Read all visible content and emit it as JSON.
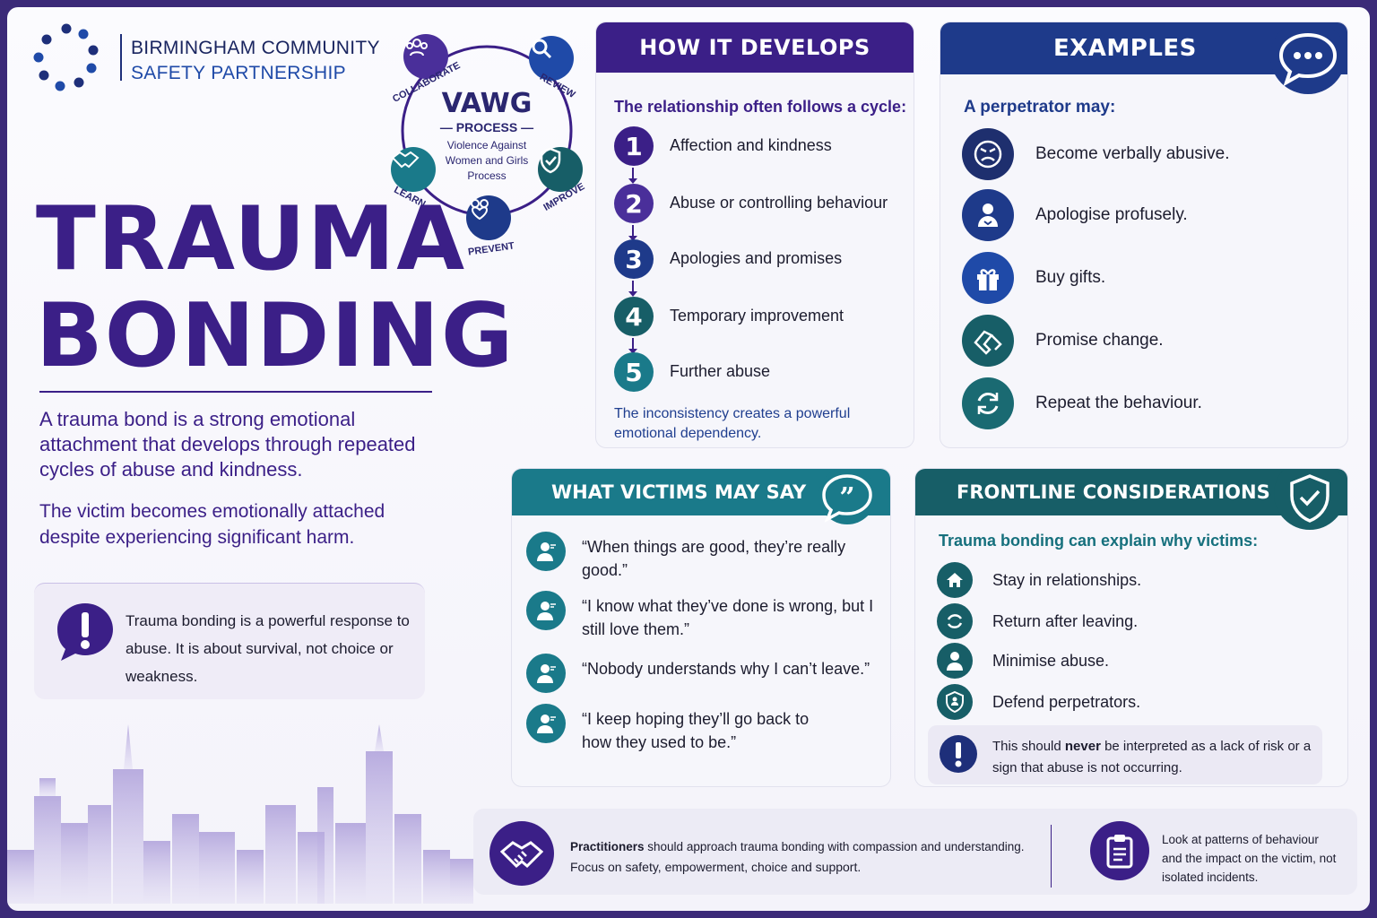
{
  "logo": {
    "line1": "BIRMINGHAM COMMUNITY",
    "line2": "SAFETY PARTNERSHIP",
    "icon": "dot-ring-logo"
  },
  "vawg": {
    "title": "VAWG",
    "subtitle": "PROCESS",
    "description": "Violence Against Women and Girls Process",
    "stages": [
      {
        "label": "COLLABORATE",
        "icon": "people-group-icon"
      },
      {
        "label": "REVIEW",
        "icon": "magnifier-icon"
      },
      {
        "label": "IMPROVE",
        "icon": "shield-check-icon"
      },
      {
        "label": "PREVENT",
        "icon": "people-heart-icon"
      },
      {
        "label": "LEARN",
        "icon": "handshake-icon"
      }
    ]
  },
  "title": {
    "line1": "TRAUMA",
    "line2": "BONDING"
  },
  "intro": {
    "p1": "A trauma bond is a strong emotional attachment that develops through repeated cycles of abuse and kindness.",
    "p2": "The victim becomes emotionally attached despite experiencing significant harm."
  },
  "note": {
    "text": "Trauma bonding is a powerful response to abuse. It is about survival, not choice or weakness."
  },
  "how": {
    "heading": "HOW IT DEVELOPS",
    "intro": "The relationship often follows a cycle:",
    "steps": [
      {
        "num": "1",
        "label": "Affection and kindness",
        "color": "#3b1f87"
      },
      {
        "num": "2",
        "label": "Abuse or controlling behaviour",
        "color": "#4a2f9a"
      },
      {
        "num": "3",
        "label": "Apologies and promises",
        "color": "#1e3a8a"
      },
      {
        "num": "4",
        "label": "Temporary improvement",
        "color": "#175e67"
      },
      {
        "num": "5",
        "label": "Further abuse",
        "color": "#1a7a8a"
      }
    ],
    "footer": "The inconsistency creates a powerful emotional dependency."
  },
  "examples": {
    "heading": "EXAMPLES",
    "intro": "A perpetrator may:",
    "items": [
      {
        "label": "Become verbally abusive.",
        "icon": "angry-face-icon",
        "color": "#1e2f6e"
      },
      {
        "label": "Apologise profusely.",
        "icon": "person-apologise-icon",
        "color": "#1e3a8a"
      },
      {
        "label": "Buy gifts.",
        "icon": "gift-icon",
        "color": "#1f4aa8"
      },
      {
        "label": "Promise change.",
        "icon": "handshake-promise-icon",
        "color": "#175e67"
      },
      {
        "label": "Repeat the behaviour.",
        "icon": "cycle-arrows-icon",
        "color": "#1a6a72"
      }
    ]
  },
  "say": {
    "heading": "WHAT VICTIMS MAY SAY",
    "quotes": [
      "“When things are good, they’re really good.”",
      "“I know what they’ve done is wrong, but I still love them.”",
      "“Nobody understands why I can’t leave.”",
      "“I keep hoping they’ll go back to how they used to be.”"
    ]
  },
  "frontline": {
    "heading": "FRONTLINE CONSIDERATIONS",
    "intro": "Trauma bonding can explain why victims:",
    "items": [
      {
        "label": "Stay in relationships.",
        "icon": "house-icon"
      },
      {
        "label": "Return after leaving.",
        "icon": "return-arrows-icon"
      },
      {
        "label": "Minimise abuse.",
        "icon": "person-icon"
      },
      {
        "label": "Defend perpetrators.",
        "icon": "shield-person-icon"
      }
    ],
    "warning_pre": "This should ",
    "warning_bold": "never",
    "warning_post": " be interpreted as a lack of risk or a sign that abuse is not occurring."
  },
  "bottom": {
    "practitioners_bold": "Practitioners",
    "practitioners_rest": " should approach trauma bonding with compassion and understanding.",
    "focus": "Focus on safety, empowerment, choice and support.",
    "patterns": "Look at patterns of behaviour and the impact on the victim, not isolated incidents."
  },
  "colors": {
    "purple": "#3b1f87",
    "navy": "#1e3a8a",
    "teal": "#1a7a8a",
    "dark_teal": "#175e67"
  }
}
